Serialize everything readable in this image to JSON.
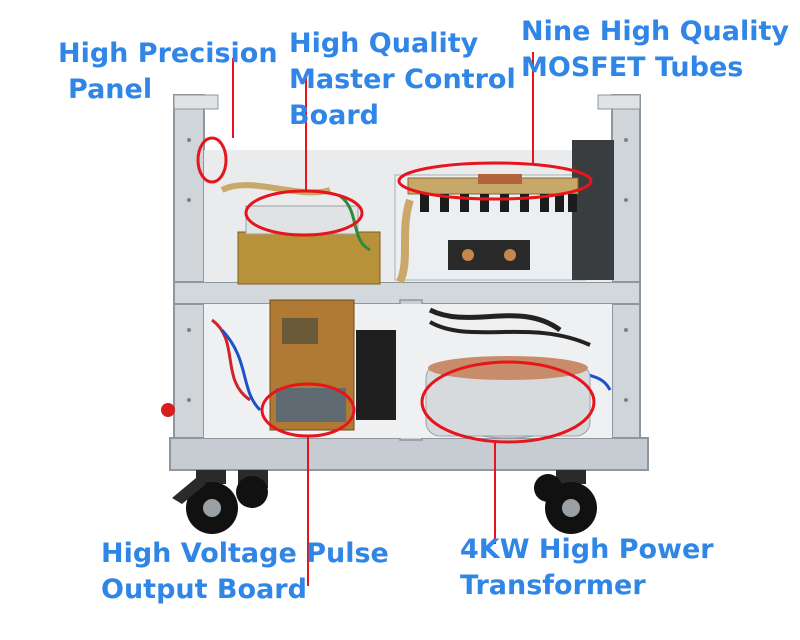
{
  "colors": {
    "label_text": "#2f86e6",
    "annotation": "#e8141c",
    "frame": "#c9cfd3",
    "frame_dark": "#8e979e",
    "brass": "#b8923a",
    "copper": "#b3643a",
    "pcb": "#b07a35",
    "wheel": "#111111"
  },
  "labels": {
    "panel": [
      "High Precision",
      "Panel"
    ],
    "control_board": [
      "High Quality",
      "Master Control",
      "Board"
    ],
    "mosfet": [
      "Nine High Quality",
      "MOSFET Tubes"
    ],
    "pulse_board": [
      "High Voltage Pulse",
      "Output Board"
    ],
    "transformer": [
      "4KW High Power",
      "Transformer"
    ]
  },
  "icons": {
    "annotation_marker": "red-ellipse-icon",
    "wheel": "caster-wheel-icon"
  }
}
